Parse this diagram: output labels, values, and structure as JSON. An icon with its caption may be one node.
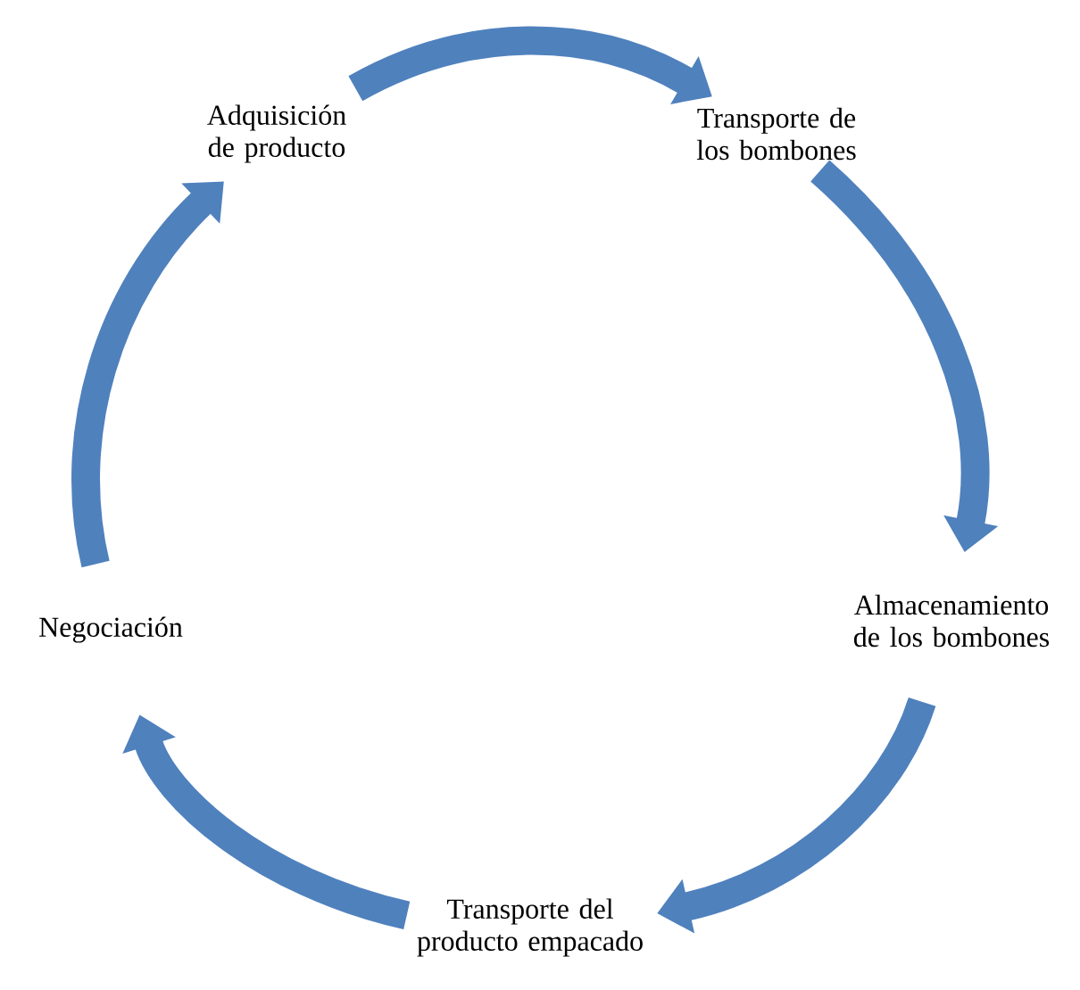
{
  "diagram": {
    "nodes": [
      {
        "text": [
          "Adquisición de producto"
        ]
      },
      {
        "text": [
          "Transporte de los bombones"
        ]
      },
      {
        "text": [
          "Almacenamiento de los bombones"
        ]
      },
      {
        "text": [
          "Transporte del producto empacado"
        ]
      },
      {
        "text": [
          "Negociación"
        ]
      }
    ],
    "edges": [
      {
        "from": 0,
        "to": 1,
        "arrow": "to"
      },
      {
        "from": 1,
        "to": 2,
        "arrow": "to"
      },
      {
        "from": 2,
        "to": 3,
        "arrow": "to"
      },
      {
        "from": 3,
        "to": 4,
        "arrow": "to"
      },
      {
        "from": 4,
        "to": 0,
        "arrow": "to"
      }
    ]
  }
}
